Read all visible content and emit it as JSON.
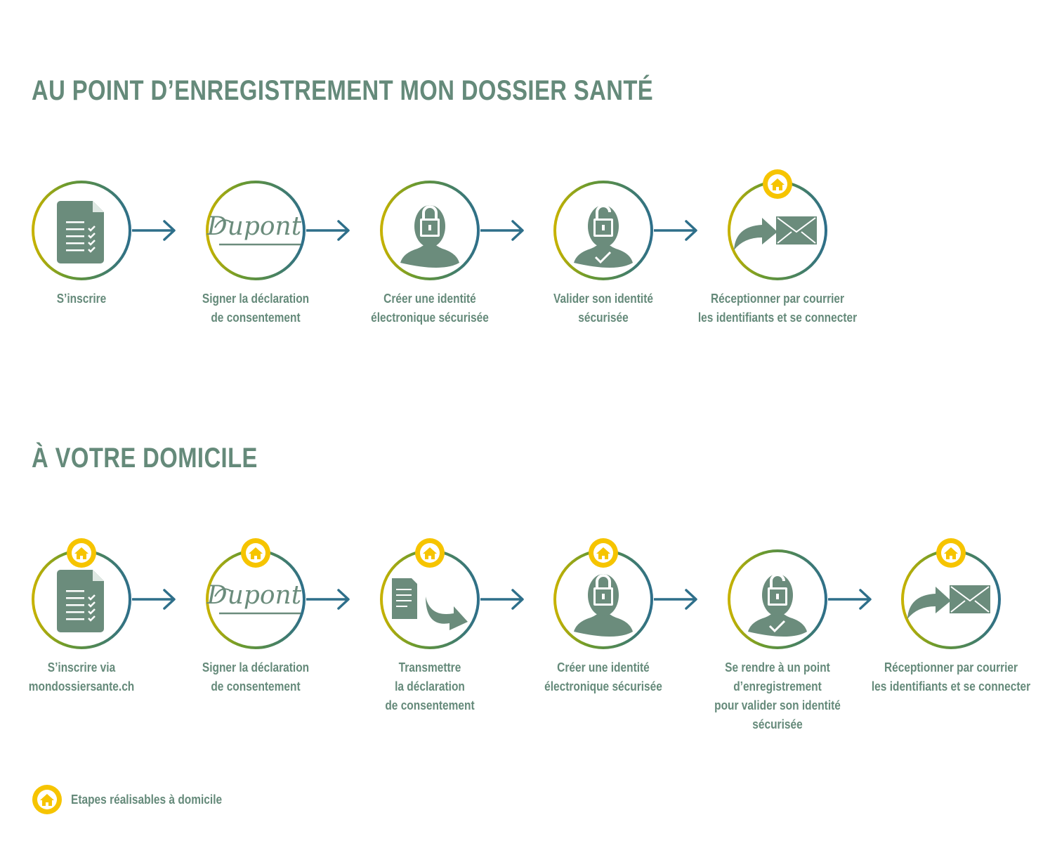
{
  "section1": {
    "title": "AU POINT D’ENREGISTREMENT MON DOSSIER SANTÉ",
    "steps": [
      {
        "label": "S’inscrire",
        "icon": "document-checklist-icon",
        "home": false
      },
      {
        "label": "Signer la déclaration\nde consentement",
        "icon": "signature-icon",
        "signature": "Dupont",
        "home": false
      },
      {
        "label": "Créer une identité\nélectronique sécurisée",
        "icon": "person-padlock-locked-icon",
        "home": false
      },
      {
        "label": "Valider son identité\nsécurisée",
        "icon": "person-padlock-open-check-icon",
        "home": false
      },
      {
        "label": "Réceptionner par courrier\nles identifiants et se connecter",
        "icon": "arrow-envelope-icon",
        "home": true
      }
    ]
  },
  "section2": {
    "title": "À VOTRE DOMICILE",
    "steps": [
      {
        "label": "S’inscrire via\nmondossiersante.ch",
        "icon": "document-checklist-icon",
        "home": true
      },
      {
        "label": "Signer la déclaration\nde consentement",
        "icon": "signature-icon",
        "signature": "Dupont",
        "home": true
      },
      {
        "label": "Transmettre\nla déclaration\nde consentement",
        "icon": "document-send-icon",
        "home": true
      },
      {
        "label": "Créer une identité\nélectronique sécurisée",
        "icon": "person-padlock-locked-icon",
        "home": true
      },
      {
        "label": "Se rendre à un point\nd’enregistrement\npour valider son identité\nsécurisée",
        "icon": "person-padlock-open-check-icon",
        "home": false
      },
      {
        "label": "Réceptionner par courrier\nles identifiants et se connecter",
        "icon": "arrow-envelope-icon",
        "home": true
      }
    ]
  },
  "legend": {
    "text": "Etapes réalisables à domicile",
    "icon": "home-badge-icon"
  },
  "colors": {
    "text": "#658a7a",
    "icon": "#6b8c7c",
    "ring_start": "#c7b200",
    "ring_end": "#2e6f8a",
    "arrow": "#2e6f8a",
    "badge": "#f6c400"
  }
}
